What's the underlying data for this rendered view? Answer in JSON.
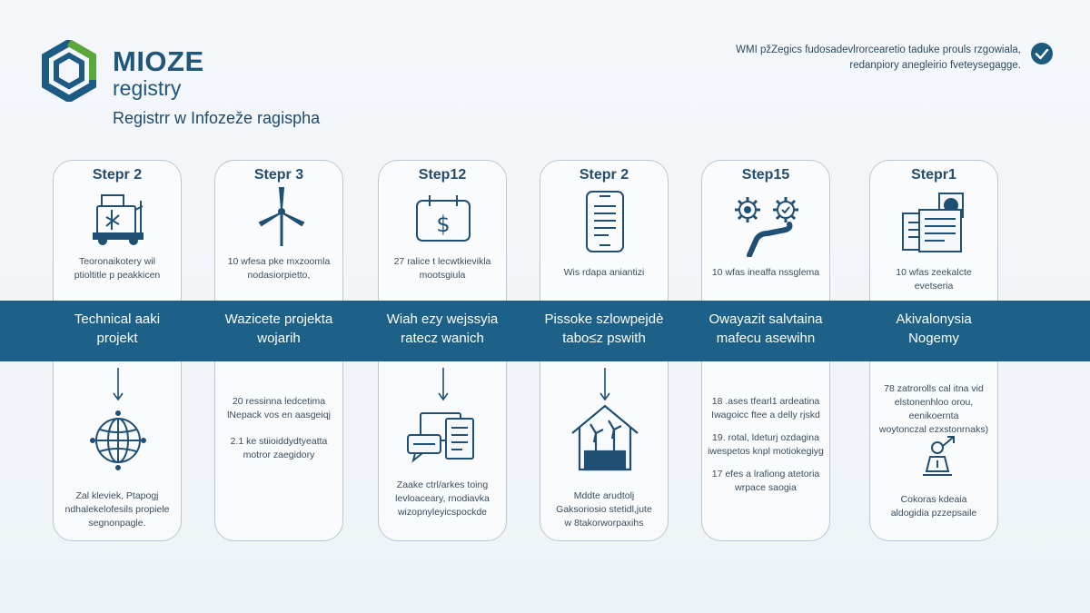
{
  "header": {
    "brand_name": "MIOZE",
    "brand_sub": "registry",
    "tagline": "Registrr w Infozeže ragispha",
    "note_line1": "WMI pžZegics fudosadevlrorcearetio taduke prouls rzgowiala,",
    "note_line2": "redanpiory anegleirio fveteysegagge.",
    "colors": {
      "primary": "#1d6088",
      "accent_green": "#5aa83c",
      "text": "#1f4a6b"
    }
  },
  "steps": [
    {
      "title": "Stepr 2",
      "top_text": [
        "Teoronaikotery wil",
        "ptioltitle p peakkicen"
      ],
      "band_label": [
        "Technical aaki",
        "projekt"
      ],
      "bottom_text": [
        "Zal kleviek, Ptapogj",
        "ndhalekelofesils propiele",
        "segnonpagle."
      ],
      "icon_top": "machine-icon",
      "icon_bottom": "globe-icon"
    },
    {
      "title": "Stepr 3",
      "top_text": [
        "10 wfesa pke mxzoomla",
        "nodasiorpietto,"
      ],
      "band_label": [
        "Wazicete projekta",
        "wojarih"
      ],
      "bottom_text": [
        "20 ressinna ledcetima",
        "lNepack vos en aasgeiqj",
        "2.1 ke stiioiddydtyeatta",
        "motror zaegidory"
      ],
      "icon_top": "wind-turbine-icon",
      "icon_bottom": null
    },
    {
      "title": "Step12",
      "top_text": [
        "27 ralice t lecwtkievikla",
        "mootsgiula"
      ],
      "band_label": [
        "Wiah ezy wejssyia",
        "ratecz wanich"
      ],
      "bottom_text": [
        "Zaake ctrl/arkes toing",
        "levloaceary, rnodiavka",
        "wizopnyleyicspockde"
      ],
      "icon_top": "calendar-dollar-icon",
      "icon_bottom": "documents-chat-icon"
    },
    {
      "title": "Stepr 2",
      "top_text": [
        "Wis rdapa aniantizi"
      ],
      "band_label": [
        "Pissoke szlowpejdè",
        "tabo≤z pswith"
      ],
      "bottom_text": [
        "Mddte arudtolj",
        "Gaksoriosio stetidl,jute",
        "w 8takorworpaxihs"
      ],
      "icon_top": "phone-document-icon",
      "icon_bottom": "house-turbines-icon"
    },
    {
      "title": "Step15",
      "top_text": [
        "10 wfas ineaffa nssglema"
      ],
      "band_label": [
        "Owayazit salvtaina",
        "mafecu asewihn"
      ],
      "bottom_text": [
        "18 .ases tfearl1 ardeatina",
        "Iwagoicc ftee a delly rjskd",
        "19. rotal, ldeturj ozdagina",
        "iwespetos knpl motiokegiyg",
        "17 efes a lrafiong atetoria",
        "wrpace saogia"
      ],
      "icon_top": "gears-hand-icon",
      "icon_bottom": null
    },
    {
      "title": "Stepr1",
      "top_text": [
        "10 wfas zeekalcte evetseria"
      ],
      "band_label": [
        "Akivalonysia",
        "Nogemy"
      ],
      "bottom_text": [
        "78 zatrorolls cal itna vid",
        "elstonenhloo orou, eenikoernta",
        "woytonczal ezxstonrnaks)",
        "Cokoras kdeaia",
        "aldogidia pzzepsaile"
      ],
      "icon_top": "certificate-documents-icon",
      "icon_bottom": "person-arrow-icon"
    }
  ]
}
